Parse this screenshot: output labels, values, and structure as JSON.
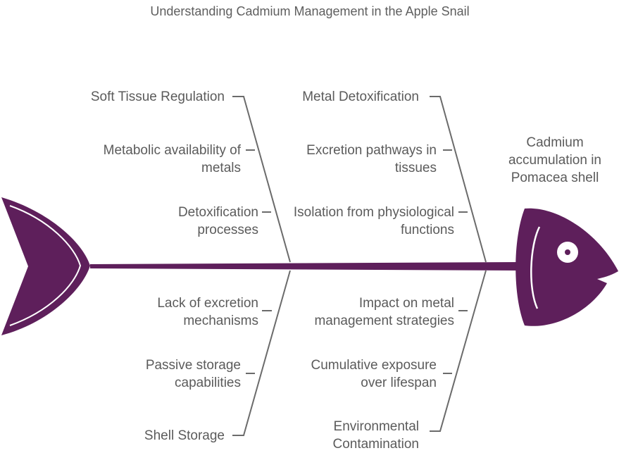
{
  "title": "Understanding Cadmium Management in the Apple Snail",
  "effect": "Cadmium accumulation in Pomacea shell",
  "categories": {
    "top_left": "Soft Tissue Regulation",
    "top_right": "Metal Detoxification",
    "bottom_left": "Shell Storage",
    "bottom_right": "Environmental Contamination"
  },
  "causes": {
    "top_left": [
      "Metabolic availability of metals",
      "Detoxification processes"
    ],
    "top_right": [
      "Excretion pathways in tissues",
      "Isolation from physiological functions"
    ],
    "bottom_left": [
      "Lack of excretion mechanisms",
      "Passive storage capabilities"
    ],
    "bottom_right": [
      "Impact on metal management strategies",
      "Cumulative exposure over lifespan"
    ]
  },
  "colors": {
    "fish": "#5e1f5b",
    "line": "#6b6b6b",
    "text": "#5b5b5b"
  }
}
